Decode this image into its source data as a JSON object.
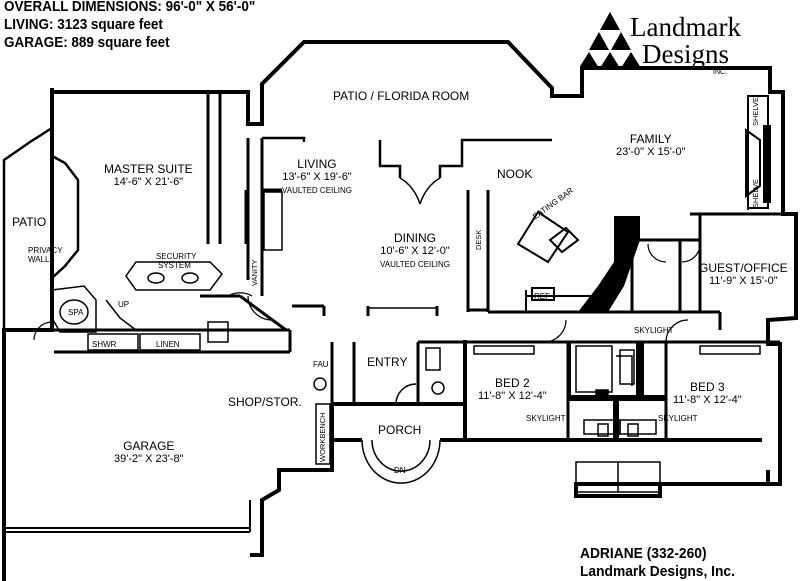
{
  "header": {
    "dimensions": "OVERALL DIMENSIONS: 96'-0\" X 56'-0\"",
    "living": "LIVING: 3123 square feet",
    "garage": "GARAGE: 889 square feet"
  },
  "logo": {
    "line1": "Landmark",
    "line2": "Designs",
    "inc": "INC."
  },
  "footer": {
    "plan": "ADRIANE (332-260)",
    "company": "Landmark Designs, Inc."
  },
  "rooms": {
    "patio_florida": "PATIO / FLORIDA ROOM",
    "family": {
      "name": "FAMILY",
      "dims": "23'-0\" X 15'-0\""
    },
    "master": {
      "name": "MASTER SUITE",
      "dims": "14'-6\" X 21'-6\""
    },
    "living": {
      "name": "LIVING",
      "dims": "13'-6\" X 19'-6\"",
      "note": "VAULTED CEILING"
    },
    "dining": {
      "name": "DINING",
      "dims": "10'-6\" X 12'-0\"",
      "note": "VAULTED CEILING"
    },
    "nook": "NOOK",
    "patio": "PATIO",
    "guest": {
      "name": "GUEST/OFFICE",
      "dims": "11'-9\" X 15'-0\""
    },
    "entry": "ENTRY",
    "bed2": {
      "name": "BED 2",
      "dims": "11'-8\" X 12'-4\""
    },
    "bed3": {
      "name": "BED 3",
      "dims": "11'-8\" X 12'-4\""
    },
    "shop": "SHOP/STOR.",
    "garage": {
      "name": "GARAGE",
      "dims": "39'-2\" X 23'-8\""
    },
    "porch": "PORCH"
  },
  "labels": {
    "privacy": "PRIVACY",
    "wall": "WALL",
    "spa": "SPA",
    "up": "UP",
    "shwr": "SHWR",
    "linen": "LINEN",
    "security1": "SECURITY",
    "security2": "SYSTEM",
    "vanity": "VANITY",
    "desk": "DESK",
    "eating_bar": "EATING BAR",
    "ref": "REF",
    "shelve1": "SHELVE",
    "shelve2": "SHELVE",
    "skylight_top": "SKYLIGHT",
    "skylight_left": "SKYLIGHT",
    "skylight_right": "SKYLIGHT",
    "fau": "FAU",
    "workbench": "WORKBENCH",
    "dn": "DN"
  }
}
